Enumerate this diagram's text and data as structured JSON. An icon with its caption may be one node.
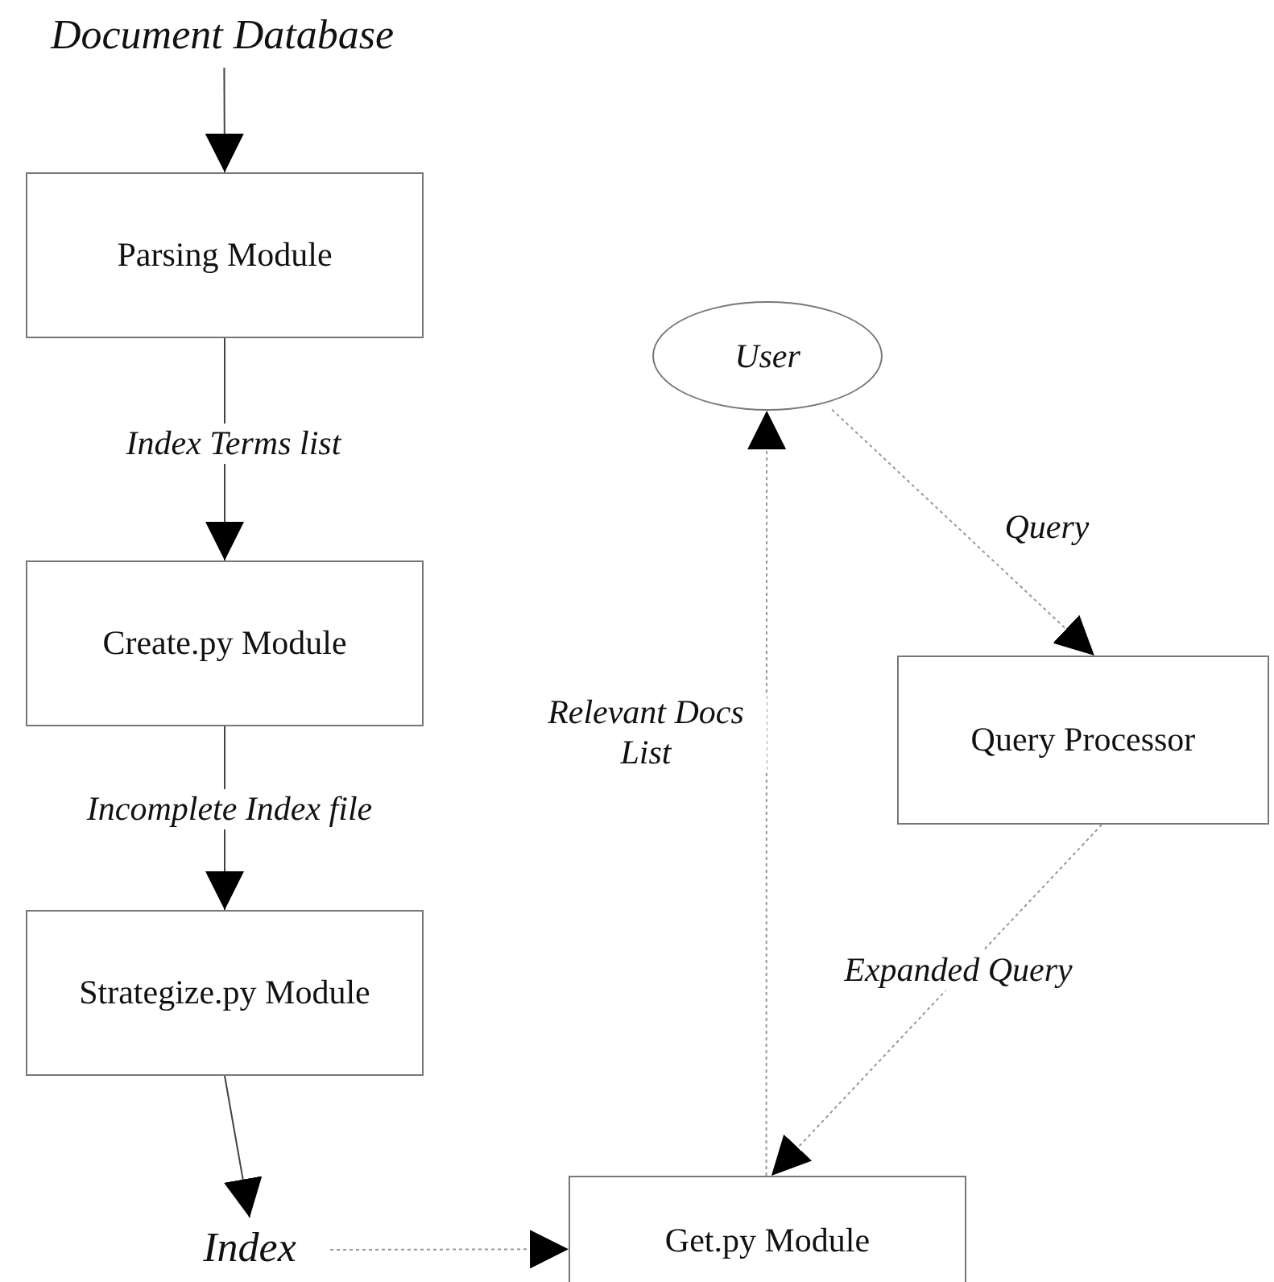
{
  "diagram": {
    "nodes": [
      {
        "text": [
          "Document Database"
        ]
      },
      {
        "text": [
          "Parsing Module"
        ]
      },
      {
        "text": [
          "Create.py Module"
        ]
      },
      {
        "text": [
          "Strategize.py Module"
        ]
      },
      {
        "text": [
          "Index"
        ]
      },
      {
        "text": [
          "Get.py Module"
        ]
      },
      {
        "text": [
          "User"
        ]
      },
      {
        "text": [
          "Query Processor"
        ]
      }
    ],
    "edges": [
      {
        "from": 0,
        "to": 1,
        "arrow": "to"
      },
      {
        "from": 1,
        "to": 2,
        "arrow": "to",
        "label": "Index Terms list"
      },
      {
        "from": 2,
        "to": 3,
        "arrow": "to",
        "label": "Incomplete Index file"
      },
      {
        "from": 3,
        "to": 4,
        "arrow": "to"
      },
      {
        "from": 4,
        "to": 5,
        "arrow": "to",
        "style": "dashed",
        "color": "#999999"
      },
      {
        "from": 5,
        "to": 6,
        "arrow": "to",
        "style": "dashed",
        "color": "#999999",
        "label": "Relevant Docs List"
      },
      {
        "from": 6,
        "to": 7,
        "arrow": "to",
        "style": "dashed",
        "color": "#999999",
        "label": "Query"
      },
      {
        "from": 7,
        "to": 5,
        "arrow": "to",
        "style": "dashed",
        "color": "#999999",
        "label": "Expanded Query"
      }
    ]
  }
}
